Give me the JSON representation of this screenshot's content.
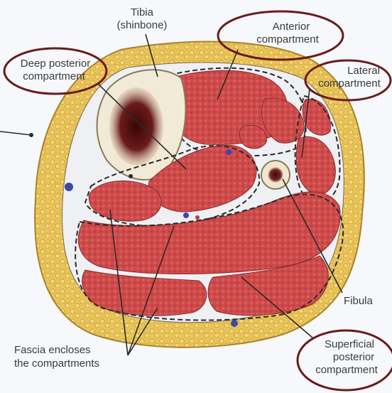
{
  "labels": {
    "tibia": [
      "Tibia",
      "(shinbone)"
    ],
    "anterior": [
      "Anterior",
      "compartment"
    ],
    "deep_posterior": [
      "Deep posterior",
      "compartment"
    ],
    "lateral": [
      "Lateral",
      "compartment"
    ],
    "fibula": "Fibula",
    "superficial_posterior": [
      "Superficial",
      "posterior",
      "compartment"
    ],
    "fascia": [
      "Fascia encloses",
      "the compartments"
    ]
  },
  "colors": {
    "fat": "#e8c45a",
    "muscle": "#cf4b4b",
    "bone": "#f1ead6",
    "marrow": "#5a1010",
    "highlight_ring": "#6b1a1a"
  }
}
